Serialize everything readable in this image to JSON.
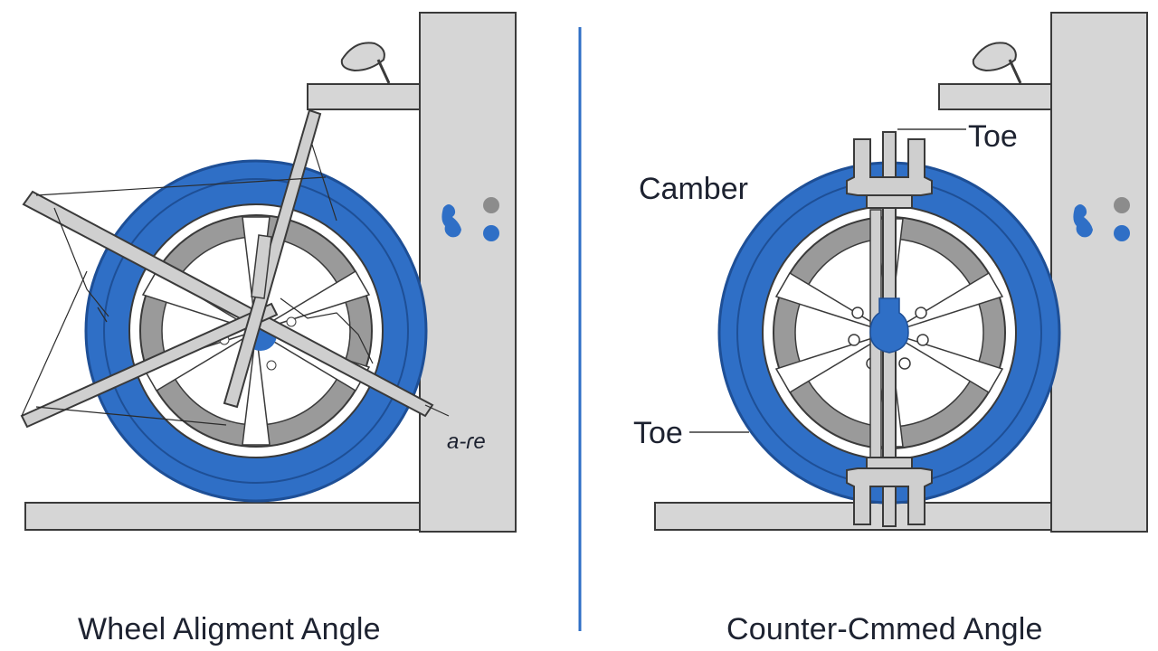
{
  "left_panel": {
    "caption": "Wheel Aligment Angle",
    "scribble_label": "a-ɾe"
  },
  "right_panel": {
    "caption": "Counter-Cmmed Angle",
    "labels": {
      "toe_top": "Toe",
      "camber": "Camber",
      "toe_bottom": "Toe"
    }
  },
  "colors": {
    "tire_blue": "#2f6fc6",
    "rim_gray": "#9a9a9a",
    "panel_gray": "#d6d6d6",
    "outline": "#3a3a3a",
    "divider_blue": "#2f6fc6",
    "dot_gray": "#8c8c8c"
  }
}
